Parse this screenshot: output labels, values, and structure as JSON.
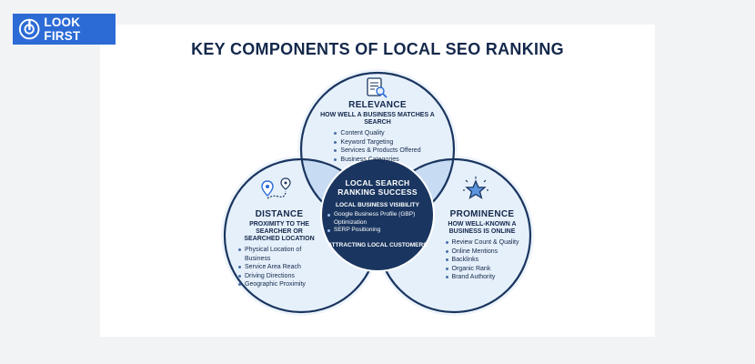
{
  "brand": {
    "logo_text": "LOOK FIRST"
  },
  "diagram": {
    "title": "KEY COMPONENTS OF LOCAL SEO RANKING",
    "center": {
      "title": "LOCAL SEARCH RANKING SUCCESS",
      "subtitle": "LOCAL BUSINESS VISIBILITY",
      "items": [
        "Google Business Profile (GBP) Optimization",
        "SERP Positioning"
      ],
      "footer": "ATTRACTING LOCAL CUSTOMERS"
    },
    "relevance": {
      "title": "RELEVANCE",
      "subtitle": "HOW WELL A BUSINESS MATCHES A SEARCH",
      "items": [
        "Content Quality",
        "Keyword Targeting",
        "Services & Products Offered",
        "Business Categories"
      ]
    },
    "distance": {
      "title": "DISTANCE",
      "subtitle": "PROXIMITY TO THE SEARCHER OR SEARCHED LOCATION",
      "items": [
        "Physical Location of Business",
        "Service Area Reach",
        "Driving Directions",
        "Geographic Proximity"
      ]
    },
    "prominence": {
      "title": "PROMINENCE",
      "subtitle": "HOW WELL-KNOWN A BUSINESS IS ONLINE",
      "items": [
        "Review Count & Quality",
        "Online Mentions",
        "Backlinks",
        "Organic Rank",
        "Brand Authority"
      ]
    }
  },
  "colors": {
    "navy": "#1a3660",
    "circle_fill": "#e6f0fb",
    "overlap_fill": "#c7dcf3",
    "brand_blue": "#2c6bd6"
  },
  "icons": {
    "relevance": "document-search-icon",
    "distance": "route-pin-icon",
    "prominence": "star-icon",
    "logo": "look-first-logo-icon"
  }
}
